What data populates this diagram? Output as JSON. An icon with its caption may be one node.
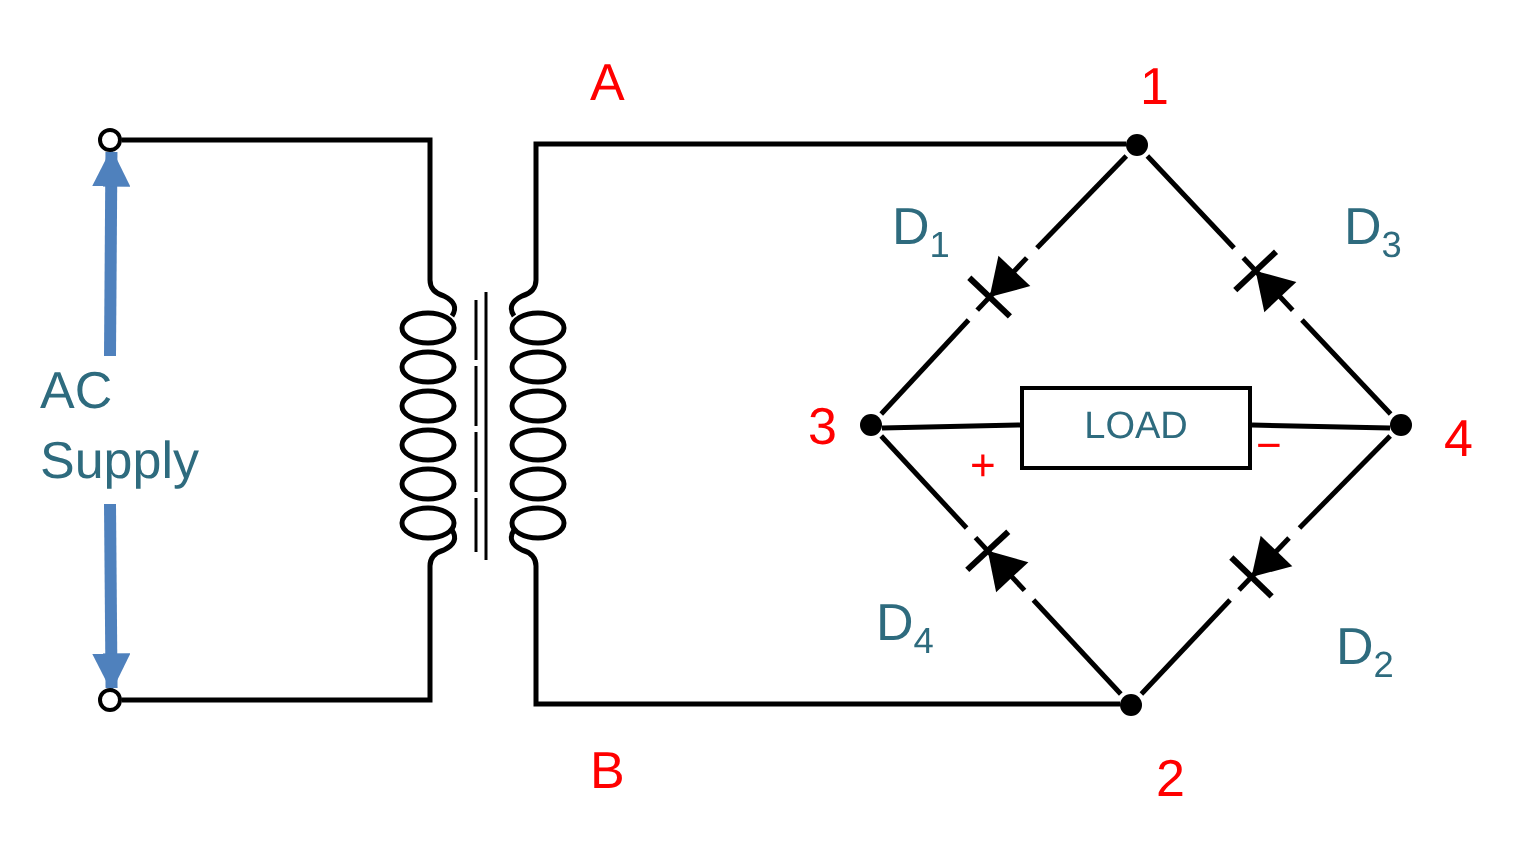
{
  "diagram": {
    "nodes": [
      {
        "text": [
          "AC Supply"
        ]
      },
      {
        "text": [],
        "shape": "circle"
      },
      {
        "text": [],
        "shape": "circle"
      },
      {
        "text": [],
        "shape": "picture"
      },
      {
        "text": [],
        "shape": "circle",
        "beside": [
          "1"
        ]
      },
      {
        "text": [],
        "shape": "circle",
        "beside": [
          "2"
        ]
      },
      {
        "text": [],
        "shape": "circle",
        "beside": [
          "3"
        ]
      },
      {
        "text": [],
        "shape": "circle",
        "beside": [
          "4"
        ]
      },
      {
        "text": [
          "LOAD"
        ]
      },
      {
        "text": [],
        "shape": "diode",
        "beside": [
          "D$_{1}$"
        ]
      },
      {
        "text": [],
        "shape": "diode",
        "beside": [
          "D$_{3}$"
        ]
      },
      {
        "text": [],
        "shape": "diode",
        "beside": [
          "D$_{4}$"
        ]
      },
      {
        "text": [],
        "shape": "diode",
        "beside": [
          "D$_{2}$"
        ]
      }
    ],
    "edges": [
      {
        "from": 0,
        "to": 1,
        "arrow": "to",
        "style": "thick",
        "color": "#4f81bd"
      },
      {
        "from": 0,
        "to": 2,
        "arrow": "to",
        "style": "thick",
        "color": "#4f81bd"
      },
      {
        "from": 1,
        "to": 3,
        "arrow": "none"
      },
      {
        "from": 2,
        "to": 3,
        "arrow": "none"
      },
      {
        "from": 3,
        "to": 4,
        "arrow": "none"
      },
      {
        "from": 3,
        "to": 5,
        "arrow": "none"
      },
      {
        "from": 4,
        "to": 9,
        "arrow": "none"
      },
      {
        "from": 9,
        "to": 6,
        "arrow": "none"
      },
      {
        "from": 7,
        "to": 10,
        "arrow": "none"
      },
      {
        "from": 10,
        "to": 4,
        "arrow": "none"
      },
      {
        "from": 5,
        "to": 11,
        "arrow": "none"
      },
      {
        "from": 11,
        "to": 6,
        "arrow": "none"
      },
      {
        "from": 7,
        "to": 12,
        "arrow": "none"
      },
      {
        "from": 12,
        "to": 5,
        "arrow": "none"
      },
      {
        "from": 6,
        "to": 8,
        "arrow": "none"
      },
      {
        "from": 8,
        "to": 7,
        "arrow": "none"
      }
    ],
    "labels": [
      "A",
      "+",
      "−",
      "B"
    ]
  }
}
